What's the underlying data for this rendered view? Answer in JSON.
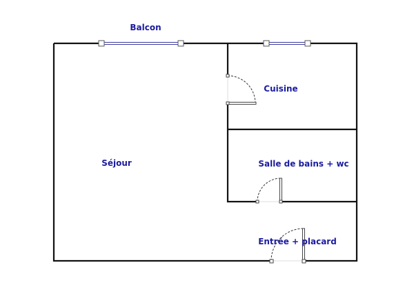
{
  "labels": {
    "balcony": "Balcon",
    "kitchen": "Cuisine",
    "living_room": "Séjour",
    "bathroom": "Salle de bains + wc",
    "entrance": "Entrée + placard"
  },
  "colors": {
    "walls": "#111111",
    "labels": "#1c1ca0",
    "windows": "#3a3a9a"
  }
}
